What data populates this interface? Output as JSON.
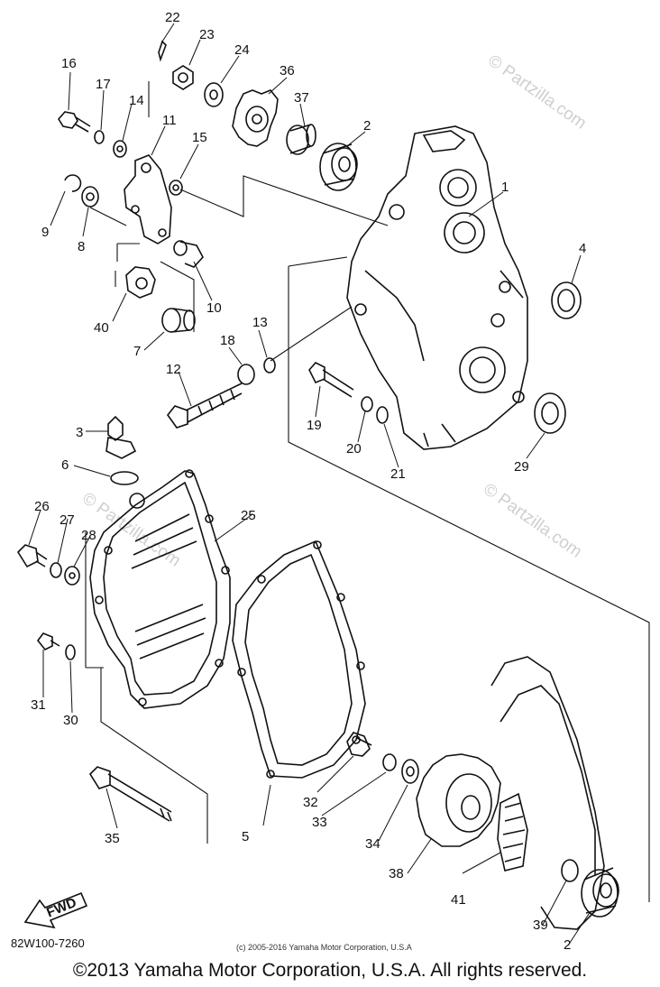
{
  "diagram": {
    "part_labels": [
      "22",
      "23",
      "24",
      "16",
      "17",
      "14",
      "11",
      "36",
      "37",
      "15",
      "2",
      "1",
      "9",
      "8",
      "4",
      "10",
      "40",
      "7",
      "18",
      "13",
      "12",
      "19",
      "20",
      "21",
      "29",
      "3",
      "6",
      "25",
      "26",
      "27",
      "28",
      "31",
      "30",
      "35",
      "32",
      "33",
      "5",
      "34",
      "38",
      "41",
      "39",
      "2"
    ],
    "fwd_label": "FWD",
    "diagram_code": "82W100-7260",
    "small_copyright": "(c) 2005-2016 Yamaha Motor Corporation, U.S.A",
    "footer_copyright": "©2013 Yamaha Motor Corporation, U.S.A. All rights reserved.",
    "watermarks": [
      "© Partzilla.com",
      "© Partzilla.com",
      "© Partzilla.com"
    ]
  }
}
